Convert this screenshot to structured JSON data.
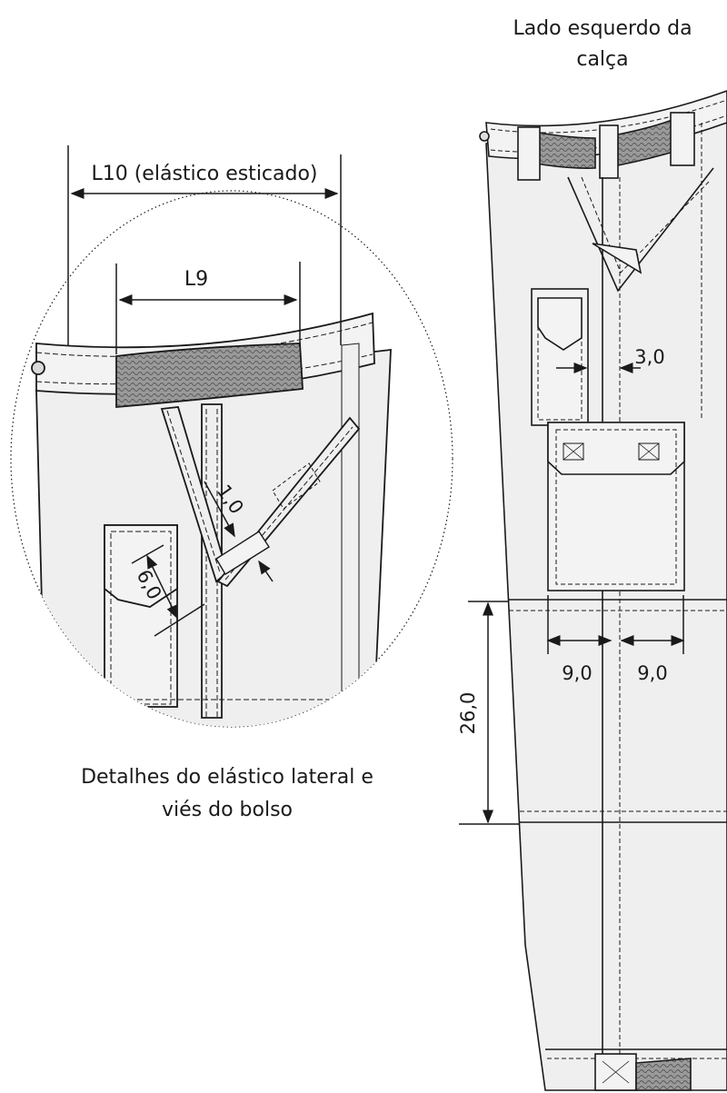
{
  "title_right": [
    "Lado esquerdo da",
    "calça"
  ],
  "detail": {
    "dim_l10": "L10 (elástico esticado)",
    "dim_l9": "L9",
    "dim_1_0": "1,0",
    "dim_6_0": "6,0",
    "caption": [
      "Detalhes do elástico lateral e",
      "viés do bolso"
    ]
  },
  "pants": {
    "dim_3_0": "3,0",
    "dim_9_0_left": "9,0",
    "dim_9_0_right": "9,0",
    "dim_26_0": "26,0"
  },
  "colors": {
    "line": "#1a1a1a",
    "fabric": "#efefef",
    "elastic": "#8f8f8f",
    "background": "#ffffff"
  }
}
